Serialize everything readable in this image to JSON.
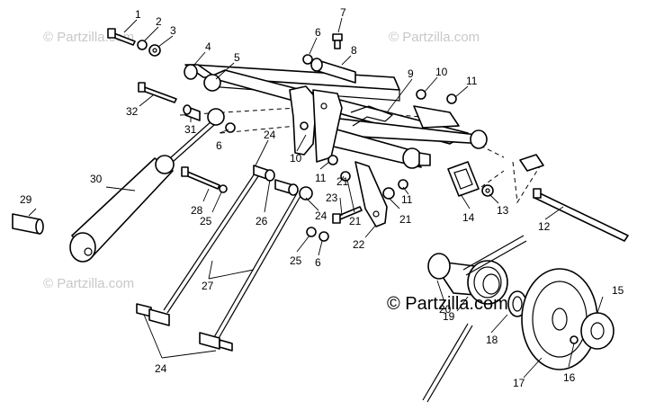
{
  "watermark": {
    "text": "© Partzilla.com",
    "main_text": "© Partzilla.com"
  },
  "callouts": [
    {
      "label": "1"
    },
    {
      "label": "2"
    },
    {
      "label": "3"
    },
    {
      "label": "4"
    },
    {
      "label": "5"
    },
    {
      "label": "6"
    },
    {
      "label": "7"
    },
    {
      "label": "8"
    },
    {
      "label": "9"
    },
    {
      "label": "10"
    },
    {
      "label": "11"
    },
    {
      "label": "32"
    },
    {
      "label": "31"
    },
    {
      "label": "6"
    },
    {
      "label": "24"
    },
    {
      "label": "10"
    },
    {
      "label": "11"
    },
    {
      "label": "21"
    },
    {
      "label": "30"
    },
    {
      "label": "28"
    },
    {
      "label": "25"
    },
    {
      "label": "26"
    },
    {
      "label": "24"
    },
    {
      "label": "23"
    },
    {
      "label": "21"
    },
    {
      "label": "11"
    },
    {
      "label": "14"
    },
    {
      "label": "13"
    },
    {
      "label": "12"
    },
    {
      "label": "29"
    },
    {
      "label": "22"
    },
    {
      "label": "25"
    },
    {
      "label": "6"
    },
    {
      "label": "27"
    },
    {
      "label": "20"
    },
    {
      "label": "19"
    },
    {
      "label": "18"
    },
    {
      "label": "15"
    },
    {
      "label": "16"
    },
    {
      "label": "17"
    },
    {
      "label": "24"
    }
  ]
}
